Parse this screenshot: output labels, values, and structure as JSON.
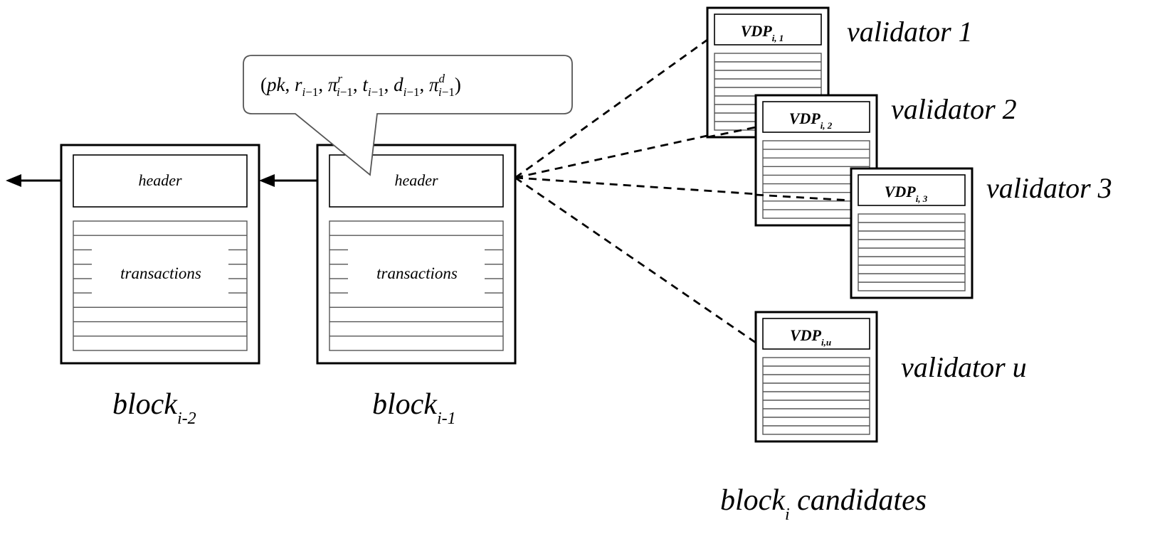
{
  "blocks": [
    {
      "id": "block-i-2",
      "header_label": "header",
      "transactions_label": "transactions",
      "caption_main": "block",
      "caption_sub": "i-2"
    },
    {
      "id": "block-i-1",
      "header_label": "header",
      "transactions_label": "transactions",
      "caption_main": "block",
      "caption_sub": "i-1"
    }
  ],
  "callout": {
    "formula": "(pk, r",
    "parts": [
      {
        "base": "(pk, r",
        "sub": "i−1",
        "sup": ""
      },
      {
        "base": ", π",
        "sub": "i−1",
        "sup": "r"
      },
      {
        "base": ", t",
        "sub": "i−1",
        "sup": ""
      },
      {
        "base": ", d",
        "sub": "i−1",
        "sup": ""
      },
      {
        "base": ", π",
        "sub": "i−1",
        "sup": "d"
      },
      {
        "base": ")",
        "sub": "",
        "sup": ""
      }
    ]
  },
  "candidates": [
    {
      "id": "validator-1",
      "vdp_main": "VDP",
      "vdp_sub": "i, 1",
      "label": "validator 1"
    },
    {
      "id": "validator-2",
      "vdp_main": "VDP",
      "vdp_sub": "i, 2",
      "label": "validator 2"
    },
    {
      "id": "validator-3",
      "vdp_main": "VDP",
      "vdp_sub": "i, 3",
      "label": "validator 3"
    },
    {
      "id": "validator-u",
      "vdp_main": "VDP",
      "vdp_sub": "i,u",
      "label": "validator u"
    }
  ],
  "candidates_caption": {
    "main": "block",
    "sub": "i",
    "rest": " candidates"
  }
}
